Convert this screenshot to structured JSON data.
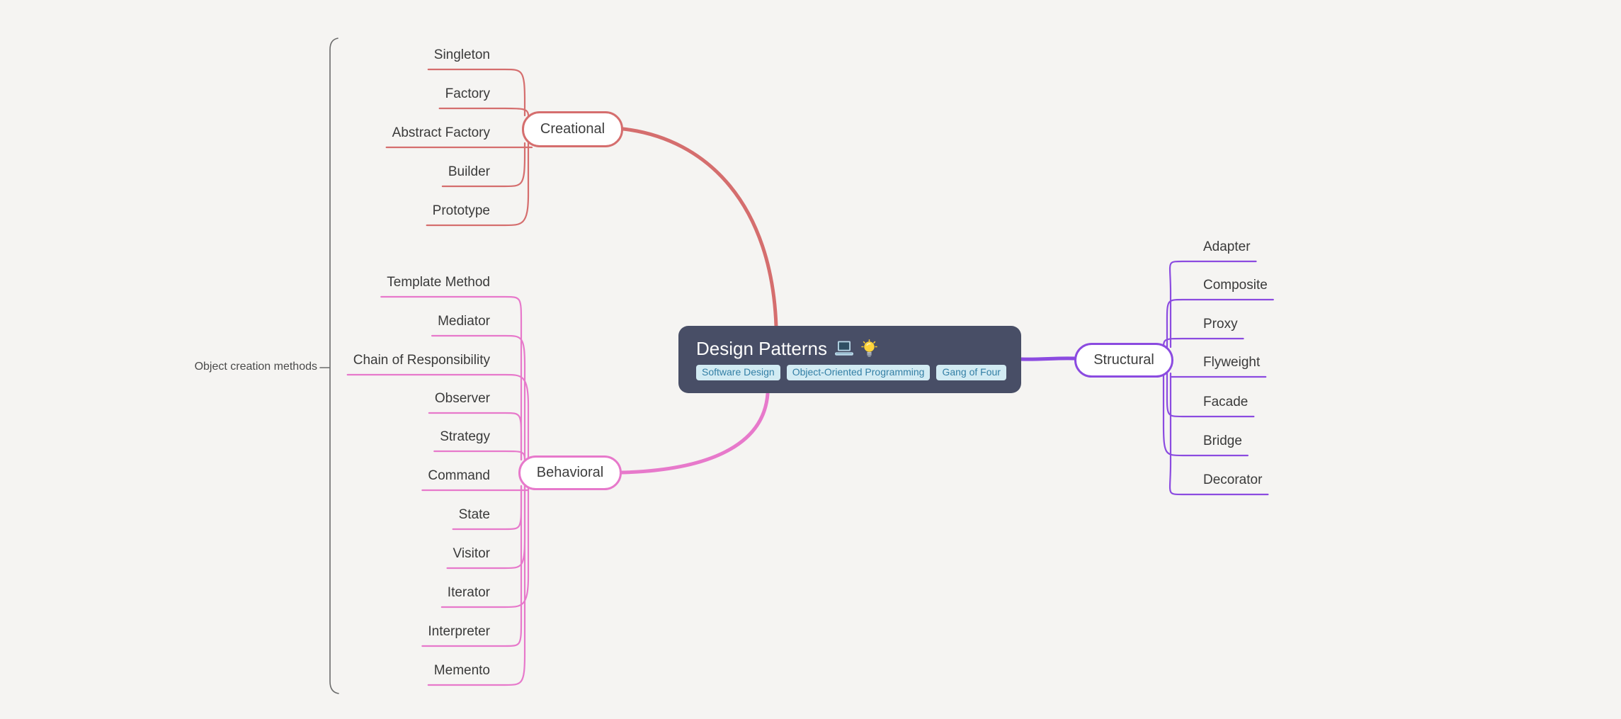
{
  "root": {
    "title": "Design Patterns",
    "icons": [
      "laptop-icon",
      "lightbulb-icon"
    ],
    "tags": [
      "Software Design",
      "Object-Oriented Programming",
      "Gang of Four"
    ]
  },
  "branches": [
    {
      "id": "creational",
      "label": "Creational",
      "color": "#d56e6e",
      "children": [
        "Singleton",
        "Factory",
        "Abstract Factory",
        "Builder",
        "Prototype"
      ]
    },
    {
      "id": "behavioral",
      "label": "Behavioral",
      "color": "#e779cb",
      "children": [
        "Template Method",
        "Mediator",
        "Chain of Responsibility",
        "Observer",
        "Strategy",
        "Command",
        "State",
        "Visitor",
        "Iterator",
        "Interpreter",
        "Memento"
      ]
    },
    {
      "id": "structural",
      "label": "Structural",
      "color": "#8b4be0",
      "children": [
        "Adapter",
        "Composite",
        "Proxy",
        "Flyweight",
        "Facade",
        "Bridge",
        "Decorator"
      ]
    }
  ],
  "annotation": {
    "label": "Object creation methods"
  },
  "colors": {
    "background": "#f5f4f2",
    "root_bg": "#484e66",
    "root_text": "#fcfcfc",
    "tag_bg": "#d2ebf3",
    "tag_text": "#337fa5",
    "leaf_text": "#3a3a3a",
    "bracket": "#6b6b6b"
  }
}
